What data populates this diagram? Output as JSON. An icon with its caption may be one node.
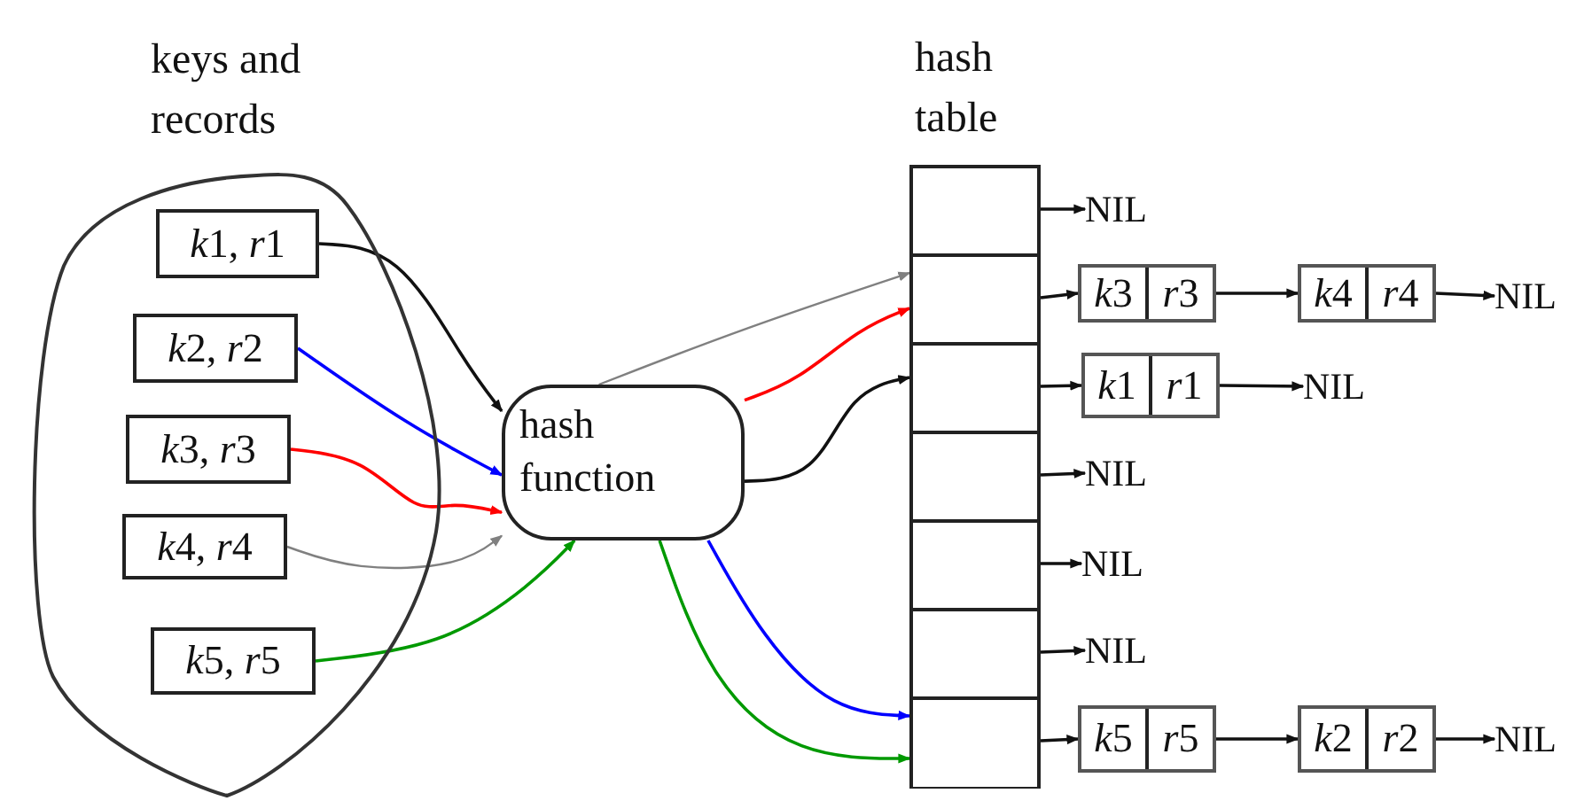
{
  "diagram": {
    "nodes": [
      {
        "text": [
          "keys and records"
        ]
      },
      {
        "text": [
          "k1, r1"
        ],
        "in": 0
      },
      {
        "text": [
          "k2, r2"
        ],
        "in": 0
      },
      {
        "text": [
          "k3, r3"
        ],
        "in": 0
      },
      {
        "text": [
          "k4, r4"
        ],
        "in": 0
      },
      {
        "text": [
          "k5, r5"
        ],
        "in": 0
      },
      {
        "text": [
          "hash function"
        ]
      },
      {
        "text": [
          "hash table"
        ]
      },
      {
        "text": [],
        "shape": "box",
        "in": 7
      },
      {
        "text": [],
        "shape": "box",
        "in": 7
      },
      {
        "text": [],
        "shape": "box",
        "in": 7
      },
      {
        "text": [],
        "shape": "box",
        "in": 7
      },
      {
        "text": [],
        "shape": "box",
        "in": 7
      },
      {
        "text": [],
        "shape": "box",
        "in": 7
      },
      {
        "text": [],
        "shape": "box",
        "in": 7
      },
      {
        "text": [
          "NIL"
        ]
      },
      {
        "text": [
          "k3",
          "r3"
        ]
      },
      {
        "text": [
          "k4",
          "r4"
        ]
      },
      {
        "text": [
          "NIL"
        ]
      },
      {
        "text": [
          "k1",
          "r1"
        ]
      },
      {
        "text": [
          "NIL"
        ]
      },
      {
        "text": [
          "NIL"
        ]
      },
      {
        "text": [
          "NIL"
        ]
      },
      {
        "text": [
          "NIL"
        ]
      },
      {
        "text": [
          "k5",
          "r5"
        ]
      },
      {
        "text": [
          "k2",
          "r2"
        ]
      },
      {
        "text": [
          "NIL"
        ]
      }
    ],
    "edges": [
      {
        "from": 1,
        "to": 6,
        "arrow": "to"
      },
      {
        "from": 2,
        "to": 6,
        "arrow": "to",
        "color": "#0000ff"
      },
      {
        "from": 3,
        "to": 6,
        "arrow": "to",
        "color": "#ff0000"
      },
      {
        "from": 4,
        "to": 6,
        "arrow": "to",
        "color": "#808080"
      },
      {
        "from": 5,
        "to": 6,
        "arrow": "to",
        "color": "#009900"
      },
      {
        "from": 6,
        "to": 9,
        "arrow": "to",
        "color": "#808080"
      },
      {
        "from": 6,
        "to": 9,
        "arrow": "to",
        "color": "#ff0000"
      },
      {
        "from": 6,
        "to": 10,
        "arrow": "to"
      },
      {
        "from": 6,
        "to": 14,
        "arrow": "to",
        "color": "#0000ff"
      },
      {
        "from": 6,
        "to": 14,
        "arrow": "to",
        "color": "#009900"
      },
      {
        "from": 8,
        "to": 15,
        "arrow": "to"
      },
      {
        "from": 9,
        "to": 16,
        "arrow": "to"
      },
      {
        "from": 16,
        "to": 17,
        "arrow": "to"
      },
      {
        "from": 17,
        "to": 18,
        "arrow": "to"
      },
      {
        "from": 10,
        "to": 19,
        "arrow": "to"
      },
      {
        "from": 19,
        "to": 20,
        "arrow": "to"
      },
      {
        "from": 11,
        "to": 21,
        "arrow": "to"
      },
      {
        "from": 12,
        "to": 22,
        "arrow": "to"
      },
      {
        "from": 13,
        "to": 23,
        "arrow": "to"
      },
      {
        "from": 14,
        "to": 24,
        "arrow": "to"
      },
      {
        "from": 24,
        "to": 25,
        "arrow": "to"
      },
      {
        "from": 25,
        "to": 26,
        "arrow": "to"
      }
    ]
  }
}
